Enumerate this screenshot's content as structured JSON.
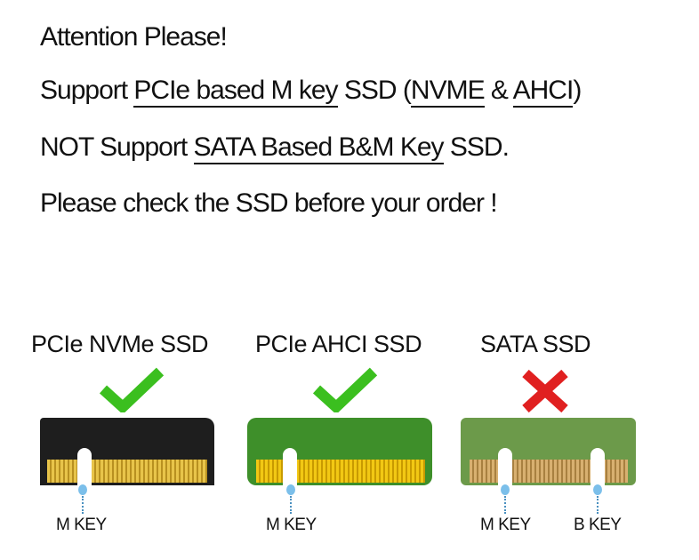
{
  "header": {
    "attention": "Attention Please!",
    "support_prefix": "Support ",
    "support_u1": "PCIe based M key",
    "support_mid": " SSD (",
    "support_u2": "NVME",
    "support_amp": " & ",
    "support_u3": "AHCI",
    "support_end": ")",
    "not_prefix": "NOT Support  ",
    "not_u": "SATA Based B&M Key",
    "not_end": " SSD.",
    "check": "Please check the SSD before your order !"
  },
  "cards": [
    {
      "title": "PCIe NVMe SSD",
      "status": "supported",
      "keys": [
        "M KEY"
      ]
    },
    {
      "title": "PCIe AHCI SSD",
      "status": "supported",
      "keys": [
        "M KEY"
      ]
    },
    {
      "title": "SATA SSD",
      "status": "not-supported",
      "keys": [
        "M KEY",
        "B KEY"
      ]
    }
  ],
  "colors": {
    "check": "#3bbf1f",
    "cross": "#e02020"
  }
}
